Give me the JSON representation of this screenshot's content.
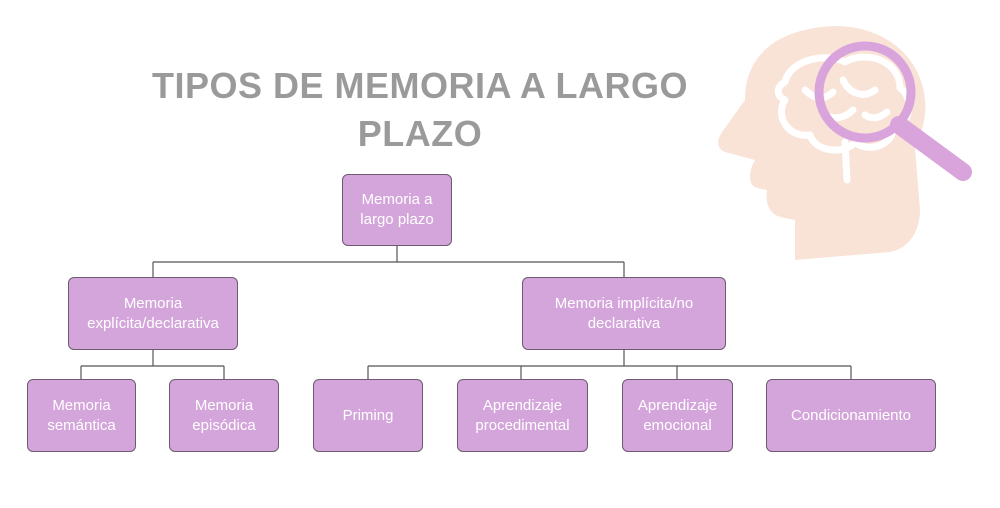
{
  "title": {
    "line1": "TIPOS DE MEMORIA A LARGO",
    "line2": "PLAZO"
  },
  "nodes": {
    "root": "Memoria a largo plazo",
    "explicit": "Memoria explícita/declarativa",
    "implicit": "Memoria implícita/no declarativa",
    "semantic": "Memoria semántica",
    "episodic": "Memoria episódica",
    "priming": "Priming",
    "procedural": "Aprendizaje procedimental",
    "emotional": "Aprendizaje emocional",
    "conditioning": "Condicionamiento"
  },
  "colors": {
    "node_fill": "#d4a5da",
    "node_border": "#6f5a72",
    "title": "#9a9a9a",
    "head_silhouette": "#f8e3d6",
    "magnifier": "#d9a3dc"
  },
  "icons": {
    "illustration": "head-magnifier-icon"
  }
}
